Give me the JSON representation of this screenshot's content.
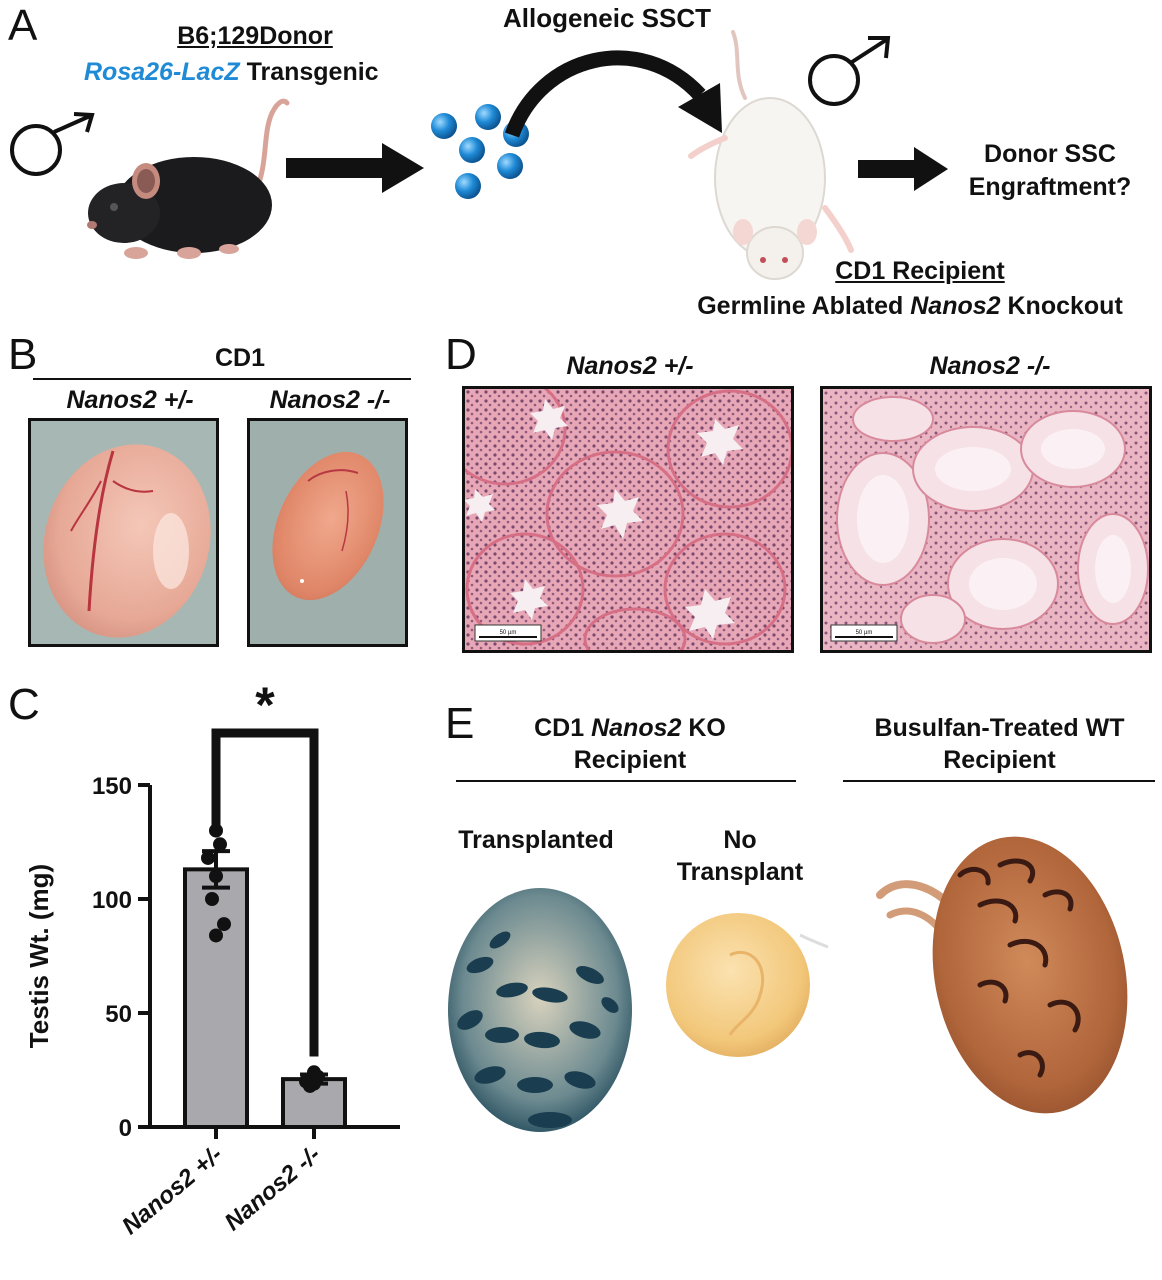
{
  "panels": {
    "A": {
      "label": "A",
      "donor_title": "B6;129Donor",
      "donor_strain": "Rosa26-LacZ",
      "donor_suffix": " Transgenic",
      "transfer_label": "Allogeneic SSCT",
      "outcome_line1": "Donor SSC",
      "outcome_line2": "Engraftment?",
      "recipient_title": "CD1 Recipient",
      "recipient_pre": "Germline Ablated ",
      "recipient_gene": "Nanos2",
      "recipient_post": " Knockout"
    },
    "B": {
      "label": "B",
      "group_title": "CD1",
      "left_label": "Nanos2 +/-",
      "right_label": "Nanos2 -/-"
    },
    "C": {
      "label": "C",
      "significance": "*"
    },
    "D": {
      "label": "D",
      "left_label": "Nanos2 +/-",
      "right_label": "Nanos2 -/-",
      "scale_left": "50 µm",
      "scale_right": "50 µm"
    },
    "E": {
      "label": "E",
      "group1_pre": "CD1 ",
      "group1_gene": "Nanos2",
      "group1_post": " KO",
      "group1_line2": "Recipient",
      "group2_line1": "Busulfan-Treated WT",
      "group2_line2": "Recipient",
      "sub1": "Transplanted",
      "sub2_line1": "No",
      "sub2_line2": "Transplant"
    }
  },
  "colors": {
    "accent_blue": "#1f8ad6",
    "bar_fill": "#a9a9ad",
    "he_pink": "#e6a5b6",
    "lacz_blue": "#1c4a5c",
    "testis_pink": "#e8b4a4"
  },
  "chart_data": {
    "type": "bar",
    "categories": [
      "Nanos2 +/-",
      "Nanos2 -/-"
    ],
    "values": [
      113,
      21
    ],
    "errors": [
      8,
      2
    ],
    "points": [
      [
        130,
        124,
        118,
        110,
        100,
        89,
        84
      ],
      [
        24,
        22,
        20,
        19,
        18
      ]
    ],
    "ylabel": "Testis Wt. (mg)",
    "ylim": [
      0,
      150
    ],
    "yticks": [
      0,
      50,
      100,
      150
    ],
    "grid": false,
    "legend": "none"
  }
}
